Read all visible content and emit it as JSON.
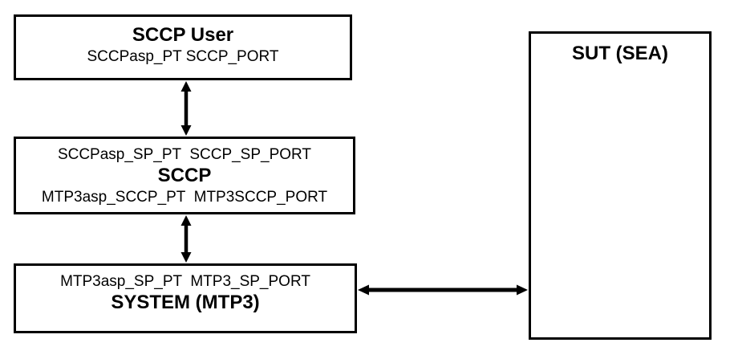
{
  "diagram": {
    "background_color": "#ffffff",
    "line_color": "#000000",
    "boxes": {
      "sccp_user": {
        "title": "SCCP User",
        "ports": "SCCPasp_PT SCCP_PORT"
      },
      "sccp": {
        "top_ports": "SCCPasp_SP_PT  SCCP_SP_PORT",
        "title": "SCCP",
        "bottom_ports": "MTP3asp_SCCP_PT  MTP3SCCP_PORT"
      },
      "system_mtp3": {
        "top_ports": "MTP3asp_SP_PT  MTP3_SP_PORT",
        "title": "SYSTEM (MTP3)"
      },
      "sut": {
        "title": "SUT (SEA)"
      }
    },
    "connections": [
      {
        "from": "sccp_user",
        "to": "sccp",
        "style": "double-headed-vertical"
      },
      {
        "from": "sccp",
        "to": "system_mtp3",
        "style": "double-headed-vertical"
      },
      {
        "from": "system_mtp3",
        "to": "sut",
        "style": "double-headed-horizontal"
      }
    ]
  }
}
